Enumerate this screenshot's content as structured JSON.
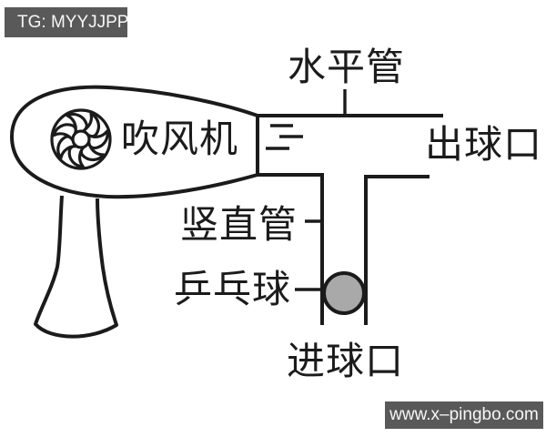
{
  "diagram": {
    "title_implied": "hair dryer blowing ping-pong ball through pipes",
    "labels": {
      "hair_dryer": "吹风机",
      "horizontal_pipe": "水平管",
      "ball_exit": "出球口",
      "vertical_pipe": "竖直管",
      "ping_pong_ball": "乒乓球",
      "ball_entrance": "进球口"
    }
  },
  "watermarks": {
    "top_left": "TG: MYYJJPP",
    "bottom_right": "www.x–pingbo.com"
  },
  "colors": {
    "line": "#1b1b1b",
    "ball_fill": "#a9a9a9",
    "badge_bg": "#595959",
    "badge_text": "#f7f7f7",
    "background": "#ffffff"
  }
}
